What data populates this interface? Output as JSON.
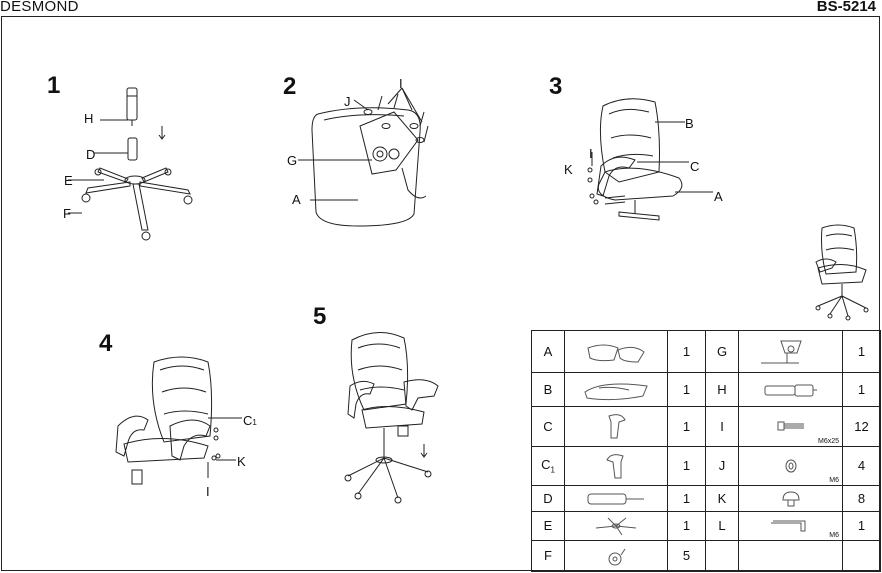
{
  "header": {
    "model_name": "DESMOND",
    "product_code": "BS-5214"
  },
  "steps": [
    {
      "number": "1",
      "callouts": [
        "H",
        "D",
        "E",
        "F"
      ]
    },
    {
      "number": "2",
      "callouts": [
        "J",
        "I",
        "G",
        "A"
      ]
    },
    {
      "number": "3",
      "callouts": [
        "B",
        "I",
        "K",
        "C",
        "A"
      ]
    },
    {
      "number": "4",
      "callouts": [
        "C",
        "K",
        "I"
      ],
      "subscript": "1"
    },
    {
      "number": "5",
      "callouts": []
    }
  ],
  "parts_table": {
    "rows": [
      {
        "left": {
          "label": "A",
          "qty": "1",
          "icon": "seat-icon"
        },
        "right": {
          "label": "G",
          "qty": "1",
          "icon": "mechanism-icon",
          "spec": ""
        }
      },
      {
        "left": {
          "label": "B",
          "qty": "1",
          "icon": "backrest-icon"
        },
        "right": {
          "label": "H",
          "qty": "1",
          "icon": "gas-lift-icon",
          "spec": ""
        }
      },
      {
        "left": {
          "label": "C",
          "qty": "1",
          "icon": "armrest-icon"
        },
        "right": {
          "label": "I",
          "qty": "12",
          "icon": "bolt-icon",
          "spec": "M6x25"
        }
      },
      {
        "left": {
          "label": "C",
          "sub": "1",
          "qty": "1",
          "icon": "armrest-icon"
        },
        "right": {
          "label": "J",
          "qty": "4",
          "icon": "washer-icon",
          "spec": "M6"
        }
      },
      {
        "left": {
          "label": "D",
          "qty": "1",
          "icon": "gas-cover-icon"
        },
        "right": {
          "label": "K",
          "qty": "8",
          "icon": "cap-icon",
          "spec": ""
        }
      },
      {
        "left": {
          "label": "E",
          "qty": "1",
          "icon": "base-icon"
        },
        "right": {
          "label": "L",
          "qty": "1",
          "icon": "allen-key-icon",
          "spec": "M6"
        }
      },
      {
        "left": {
          "label": "F",
          "qty": "5",
          "icon": "caster-icon"
        },
        "right": {
          "label": "",
          "qty": "",
          "icon": "",
          "spec": ""
        }
      }
    ]
  }
}
